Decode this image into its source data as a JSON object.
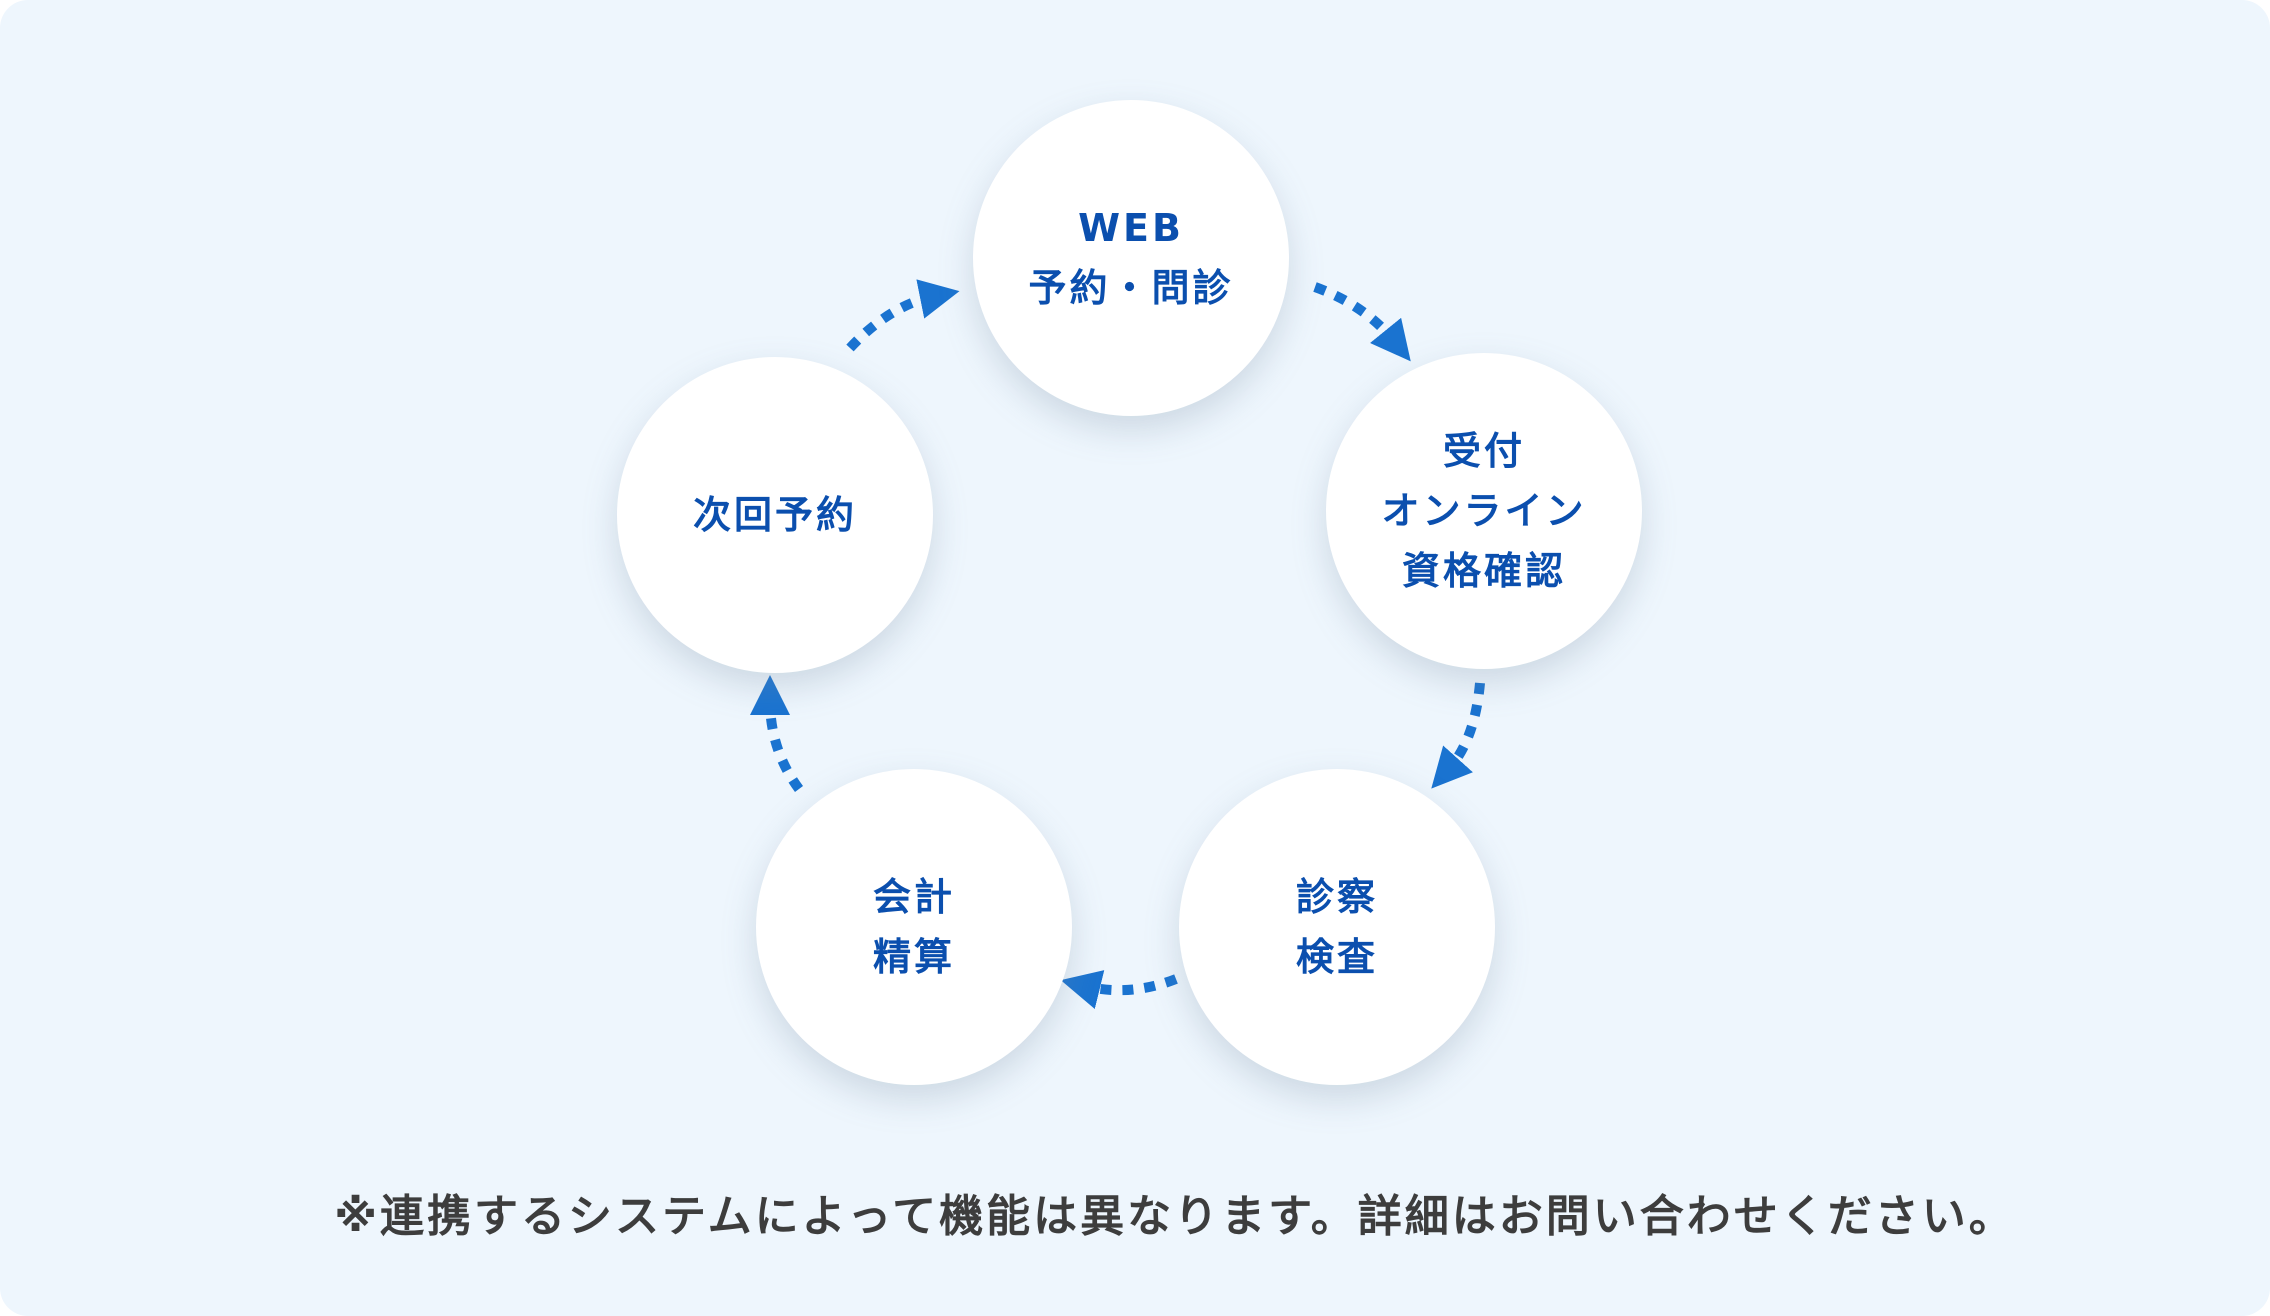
{
  "nodes": [
    {
      "lines": [
        "WEB",
        "予約・問診"
      ]
    },
    {
      "lines": [
        "受付",
        "オンライン",
        "資格確認"
      ]
    },
    {
      "lines": [
        "診察",
        "検査"
      ]
    },
    {
      "lines": [
        "会計",
        "精算"
      ]
    },
    {
      "lines": [
        "次回予約"
      ]
    }
  ],
  "colors": {
    "background": "#eef6fd",
    "text": "#0b4fae",
    "arrow": "#1a73d0"
  },
  "note": "※連携するシステムによって機能は異なります。詳細はお問い合わせください。"
}
